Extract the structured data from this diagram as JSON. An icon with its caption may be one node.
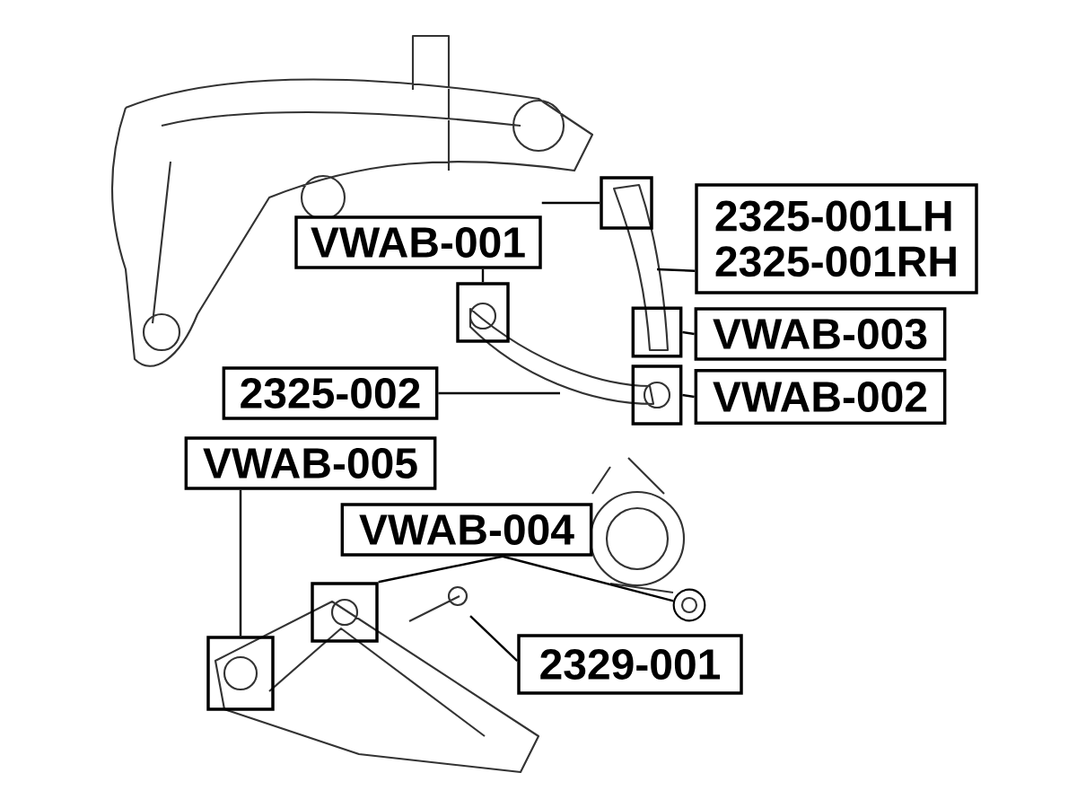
{
  "diagram": {
    "nodes": [
      {
        "text": [
          "VWAB-001"
        ]
      },
      {
        "text": [
          "2325-001LH",
          "2325-001RH"
        ]
      },
      {
        "text": [
          "VWAB-003"
        ]
      },
      {
        "text": [
          "2325-002"
        ]
      },
      {
        "text": [
          "VWAB-002"
        ]
      },
      {
        "text": [
          "VWAB-005"
        ]
      },
      {
        "text": [
          "VWAB-004"
        ]
      },
      {
        "text": [
          "2329-001"
        ]
      },
      {
        "text": [],
        "shape": "box"
      },
      {
        "text": [],
        "shape": "box"
      },
      {
        "text": [],
        "shape": "box"
      },
      {
        "text": [],
        "shape": "box"
      },
      {
        "text": [],
        "shape": "box"
      },
      {
        "text": [],
        "shape": "box"
      },
      {
        "text": [],
        "shape": "circle"
      }
    ],
    "edges": [
      {
        "from": 0,
        "to": 8,
        "arrow": "none"
      },
      {
        "from": 0,
        "to": 9,
        "arrow": "none"
      },
      {
        "from": 1,
        "to": null,
        "arrow": "none"
      },
      {
        "from": 2,
        "to": 10,
        "arrow": "none"
      },
      {
        "from": 4,
        "to": 11,
        "arrow": "none"
      },
      {
        "from": 3,
        "to": null,
        "arrow": "none"
      },
      {
        "from": 5,
        "to": 13,
        "arrow": "none"
      },
      {
        "from": 6,
        "to": 12,
        "arrow": "none"
      },
      {
        "from": 6,
        "to": 14,
        "arrow": "none"
      },
      {
        "from": 7,
        "to": null,
        "arrow": "none"
      }
    ]
  }
}
